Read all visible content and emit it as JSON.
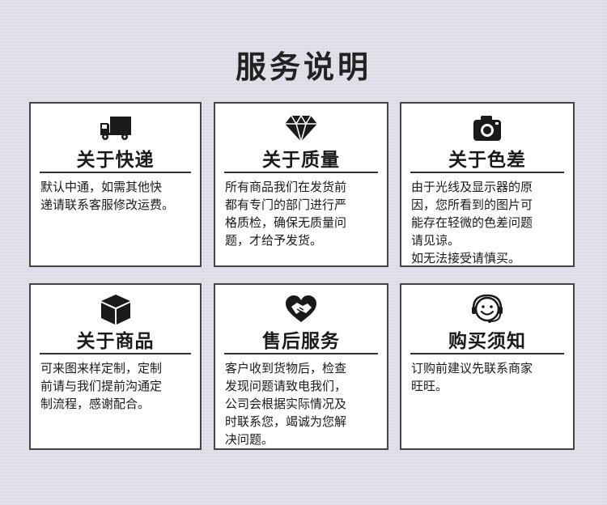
{
  "page": {
    "title": "服务说明"
  },
  "cards": [
    {
      "icon": "truck-icon",
      "heading": "关于快递",
      "lines": [
        "默认中通，如需其他快",
        "递请联系客服修改运费。"
      ]
    },
    {
      "icon": "diamond-icon",
      "heading": "关于质量",
      "lines": [
        "所有商品我们在发货前",
        "都有专门的部门进行严",
        "格质检，确保无质量问",
        "题，才给予发货。"
      ]
    },
    {
      "icon": "camera-icon",
      "heading": "关于色差",
      "lines": [
        "由于光线及显示器的原",
        "因，您所看到的图片可",
        "能存在轻微的色差问题",
        "请见谅。",
        "如无法接受请慎买。"
      ]
    },
    {
      "icon": "box-icon",
      "heading": "关于商品",
      "lines": [
        "可来图来样定制，定制",
        "前请与我们提前沟通定",
        "制流程，感谢配合。"
      ]
    },
    {
      "icon": "heart-handshake-icon",
      "heading": "售后服务",
      "lines": [
        "客户收到货物后，检查",
        "发现问题请致电我们，",
        "公司会根据实际情况及",
        "时联系您，竭诚为您解",
        "决问题。"
      ]
    },
    {
      "icon": "headset-smile-icon",
      "heading": "购买须知",
      "lines": [
        "订购前建议先联系商家",
        "旺旺。"
      ]
    }
  ]
}
